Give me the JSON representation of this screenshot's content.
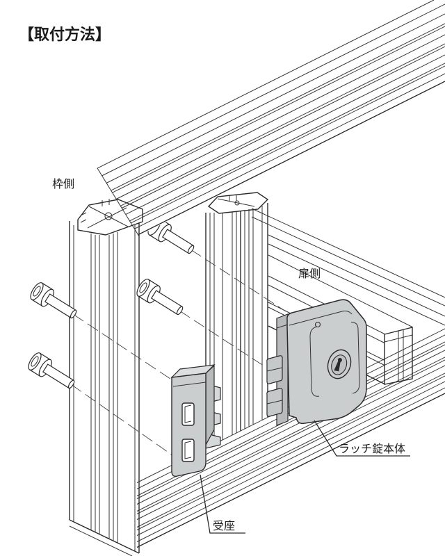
{
  "title": "【取付方法】",
  "labels": {
    "frame_side": "枠側",
    "door_side": "扉側",
    "latch_body": "ラッチ錠本体",
    "strike": "受座"
  },
  "diagram": {
    "type": "isometric-assembly-drawing",
    "parts": [
      "枠側",
      "扉側",
      "ラッチ錠本体",
      "受座"
    ],
    "screw_count": 4
  },
  "colors": {
    "background": "#ffffff",
    "line": "#2a2a2a",
    "part_front": "#cbcecf",
    "part_side": "#b7bbbc",
    "part_top": "#dcdedf",
    "flange": "#d6d9da"
  }
}
